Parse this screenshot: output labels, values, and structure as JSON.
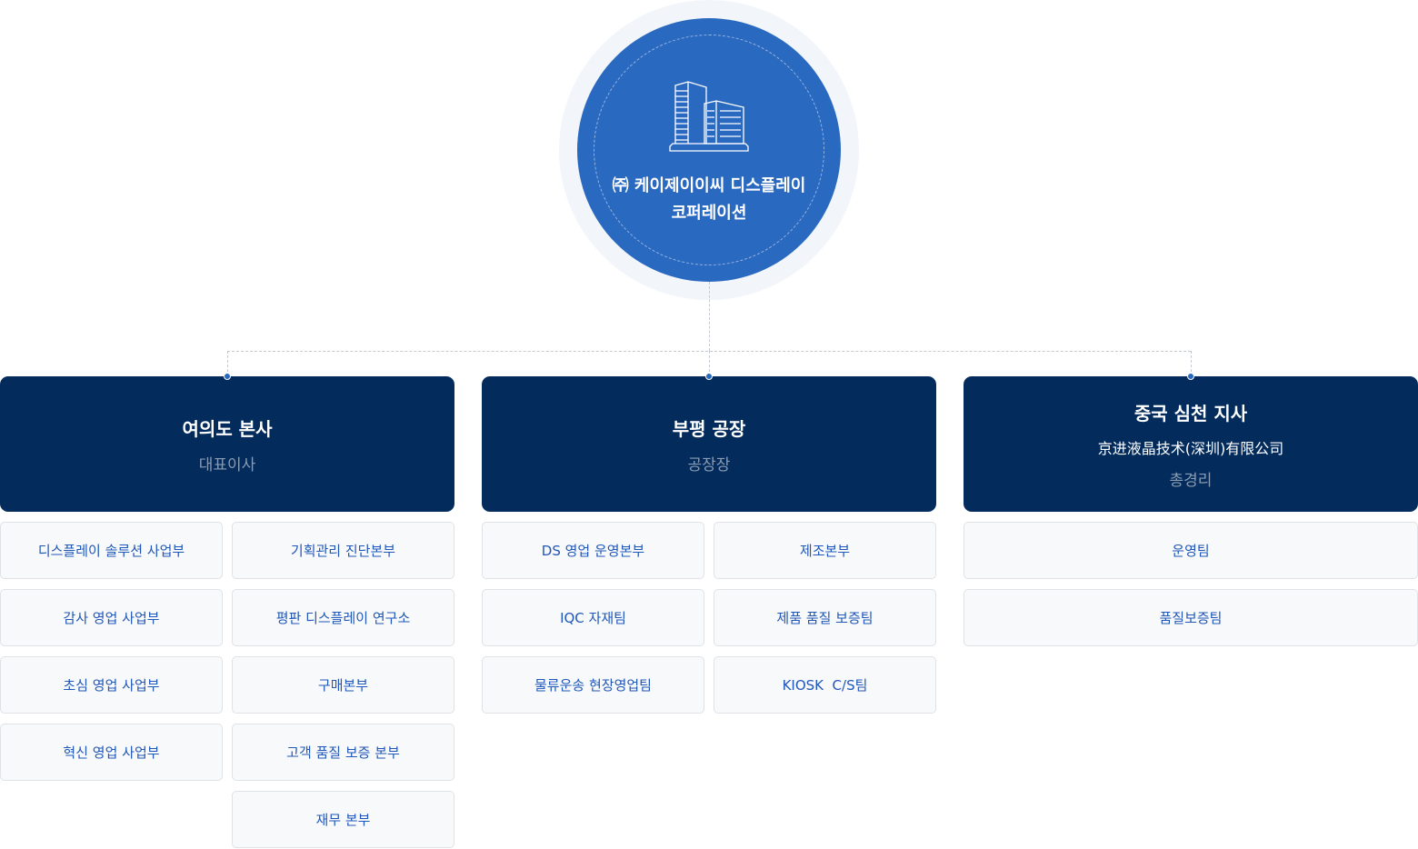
{
  "root": {
    "title_line1": "㈜ 케이제이이씨 디스플레이",
    "title_line2": "코퍼레이션",
    "icon": "building-icon"
  },
  "branches": [
    {
      "name": "여의도 본사",
      "role": "대표이사",
      "units": [
        "디스플레이 솔루션 사업부",
        "기획관리 진단본부",
        "감사 영업 사업부",
        "평판 디스플레이 연구소",
        "초심 영업 사업부",
        "구매본부",
        "혁신 영업 사업부",
        "고객 품질 보증 본부",
        "재무 본부"
      ]
    },
    {
      "name": "부평 공장",
      "role": "공장장",
      "units": [
        "DS 영업 운영본부",
        "제조본부",
        "IQC 자재팀",
        "제품 품질 보증팀",
        "물류운송 현장영업팀",
        "KIOSK  C/S팀"
      ]
    },
    {
      "name": "중국 심천 지사",
      "subtitle": "京进液晶技术(深圳)有限公司",
      "role": "총경리",
      "units": [
        "운영팀",
        "품질보증팀"
      ]
    }
  ],
  "colors": {
    "navy": "#032c5c",
    "blue": "#2a69c0",
    "text": "#2057b8"
  }
}
